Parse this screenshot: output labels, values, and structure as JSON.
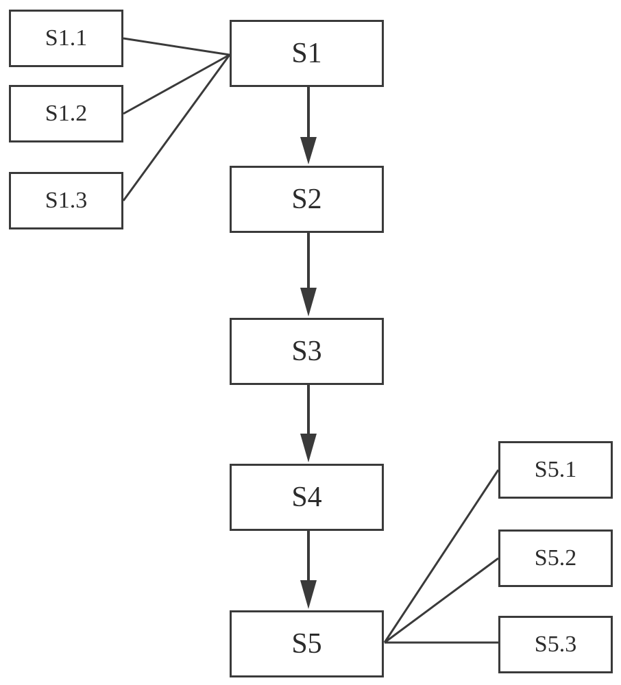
{
  "steps": {
    "s1": "S1",
    "s2": "S2",
    "s3": "S3",
    "s4": "S4",
    "s5": "S5"
  },
  "substeps_s1": {
    "s1_1": "S1.1",
    "s1_2": "S1.2",
    "s1_3": "S1.3"
  },
  "substeps_s5": {
    "s5_1": "S5.1",
    "s5_2": "S5.2",
    "s5_3": "S5.3"
  },
  "colors": {
    "line": "#3a3a3a",
    "text": "#2b2b2b",
    "background": "#ffffff"
  }
}
